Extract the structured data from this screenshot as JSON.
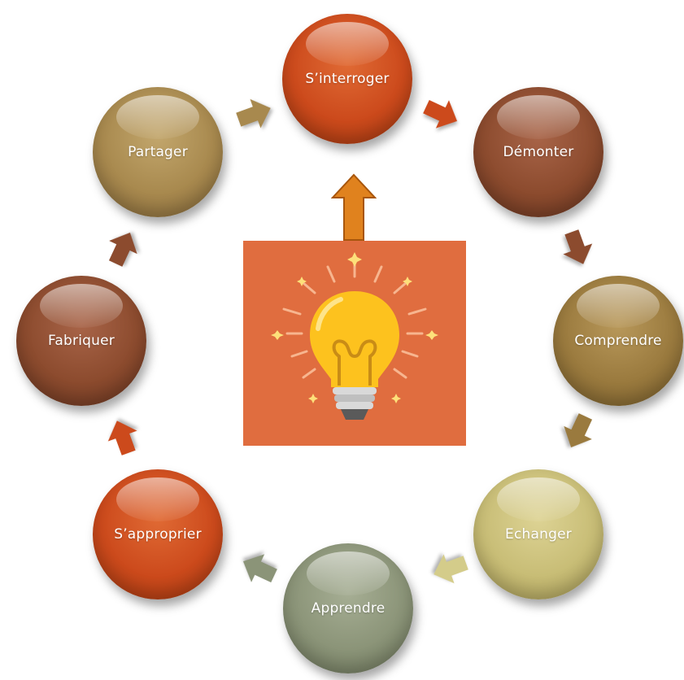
{
  "diagram": {
    "nodes": [
      {
        "id": "sinterroger",
        "label": "S’interroger",
        "color": "#cc4a1c"
      },
      {
        "id": "demonter",
        "label": "Démonter",
        "color": "#8c4b2e"
      },
      {
        "id": "comprendre",
        "label": "Comprendre",
        "color": "#9a7a3e"
      },
      {
        "id": "echanger",
        "label": "Echanger",
        "color": "#c8bd76"
      },
      {
        "id": "apprendre",
        "label": "Apprendre",
        "color": "#8b9478"
      },
      {
        "id": "sapproprier",
        "label": "S’approprier",
        "color": "#cc4a1c"
      },
      {
        "id": "fabriquer",
        "label": "Fabriquer",
        "color": "#8c4b2e"
      },
      {
        "id": "partager",
        "label": "Partager",
        "color": "#a8894e"
      }
    ],
    "cycle_direction": "clockwise",
    "center_icon": "lightbulb-icon",
    "center_background_color": "#e06d3f",
    "center_arrow_color": "#e0821e"
  }
}
